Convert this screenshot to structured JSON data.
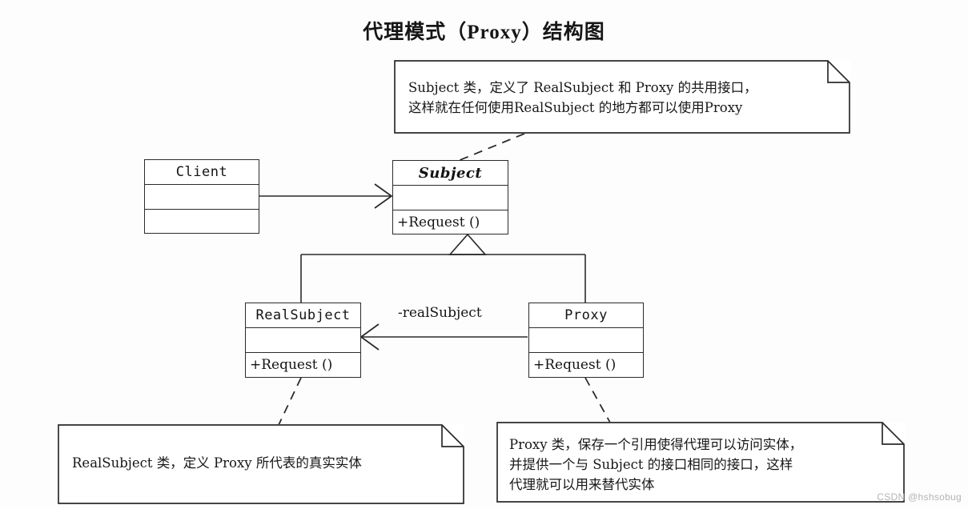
{
  "title": "代理模式（Proxy）结构图",
  "classes": {
    "client": {
      "name": "Client",
      "attributes": "",
      "operations": ""
    },
    "subject": {
      "name": "Subject",
      "attributes": "",
      "operations": "+Request ()"
    },
    "real_subject": {
      "name": "RealSubject",
      "attributes": "",
      "operations": "+Request ()"
    },
    "proxy": {
      "name": "Proxy",
      "attributes": "",
      "operations": "+Request ()"
    }
  },
  "edges": {
    "real_subject_label": "-realSubject"
  },
  "notes": {
    "subject": "Subject 类，定义了 RealSubject 和 Proxy 的共用接口，\n这样就在任何使用RealSubject 的地方都可以使用Proxy",
    "real_subject": "RealSubject 类，定义 Proxy 所代表的真实实体",
    "proxy": "Proxy 类，保存一个引用使得代理可以访问实体，\n并提供一个与 Subject 的接口相同的接口，这样\n代理就可以用来替代实体"
  },
  "watermark": "CSDN @hshsobug",
  "colors": {
    "stroke": "#2b2b2b",
    "background": "#fdfdfd",
    "text": "#161616"
  }
}
